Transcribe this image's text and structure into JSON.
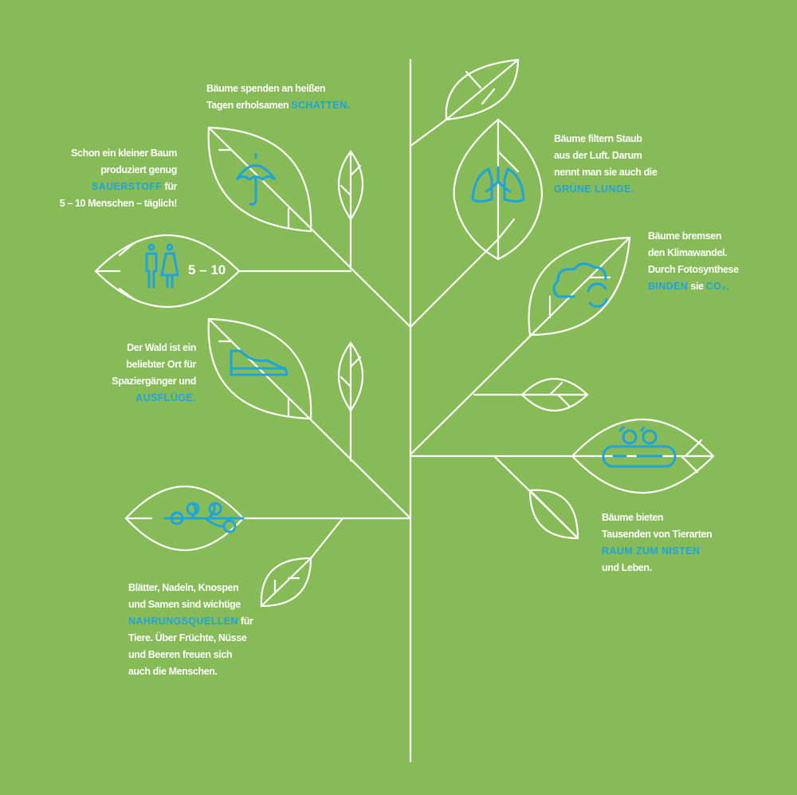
{
  "colors": {
    "background": "#86bb58",
    "line": "#ffffff",
    "accent": "#1ea4dc"
  },
  "facts": {
    "shade": {
      "line1": "Bäume spenden an heißen",
      "line2_pre": "Tagen erholsamen ",
      "highlight": "SCHATTEN."
    },
    "oxygen": {
      "line1": "Schon ein kleiner Baum",
      "line2": "produziert genug",
      "highlight": "SAUERSTOFF",
      "line3_post": " für",
      "line4": "5 – 10 Menschen – täglich!",
      "icon_label": "5 – 10"
    },
    "walk": {
      "line1": "Der Wald ist ein",
      "line2": "beliebter Ort für",
      "line3": "Spaziergänger und",
      "highlight": "AUSFLÜGE."
    },
    "food": {
      "line1": "Blätter, Nadeln, Knospen",
      "line2": "und Samen sind wichtige",
      "highlight": "NAHRUNGSQUELLEN",
      "line3_post": " für",
      "line4": "Tiere. Über Früchte, Nüsse",
      "line5": "und Beeren freuen sich",
      "line6": "auch die Menschen."
    },
    "lung": {
      "line1": "Bäume filtern Staub",
      "line2": "aus der Luft. Darum",
      "line3": "nennt man sie auch die",
      "highlight": "GRÜNE LUNGE."
    },
    "climate": {
      "line1": "Bäume bremsen",
      "line2": "den Klimawandel.",
      "line3": "Durch Fotosynthese",
      "highlight1": "BINDEN",
      "mid": " sie ",
      "highlight2": "CO₂."
    },
    "nest": {
      "line1": "Bäume bieten",
      "line2": "Tausenden von Tierarten",
      "highlight": "RAUM ZUM NISTEN",
      "line4": "und Leben."
    }
  }
}
